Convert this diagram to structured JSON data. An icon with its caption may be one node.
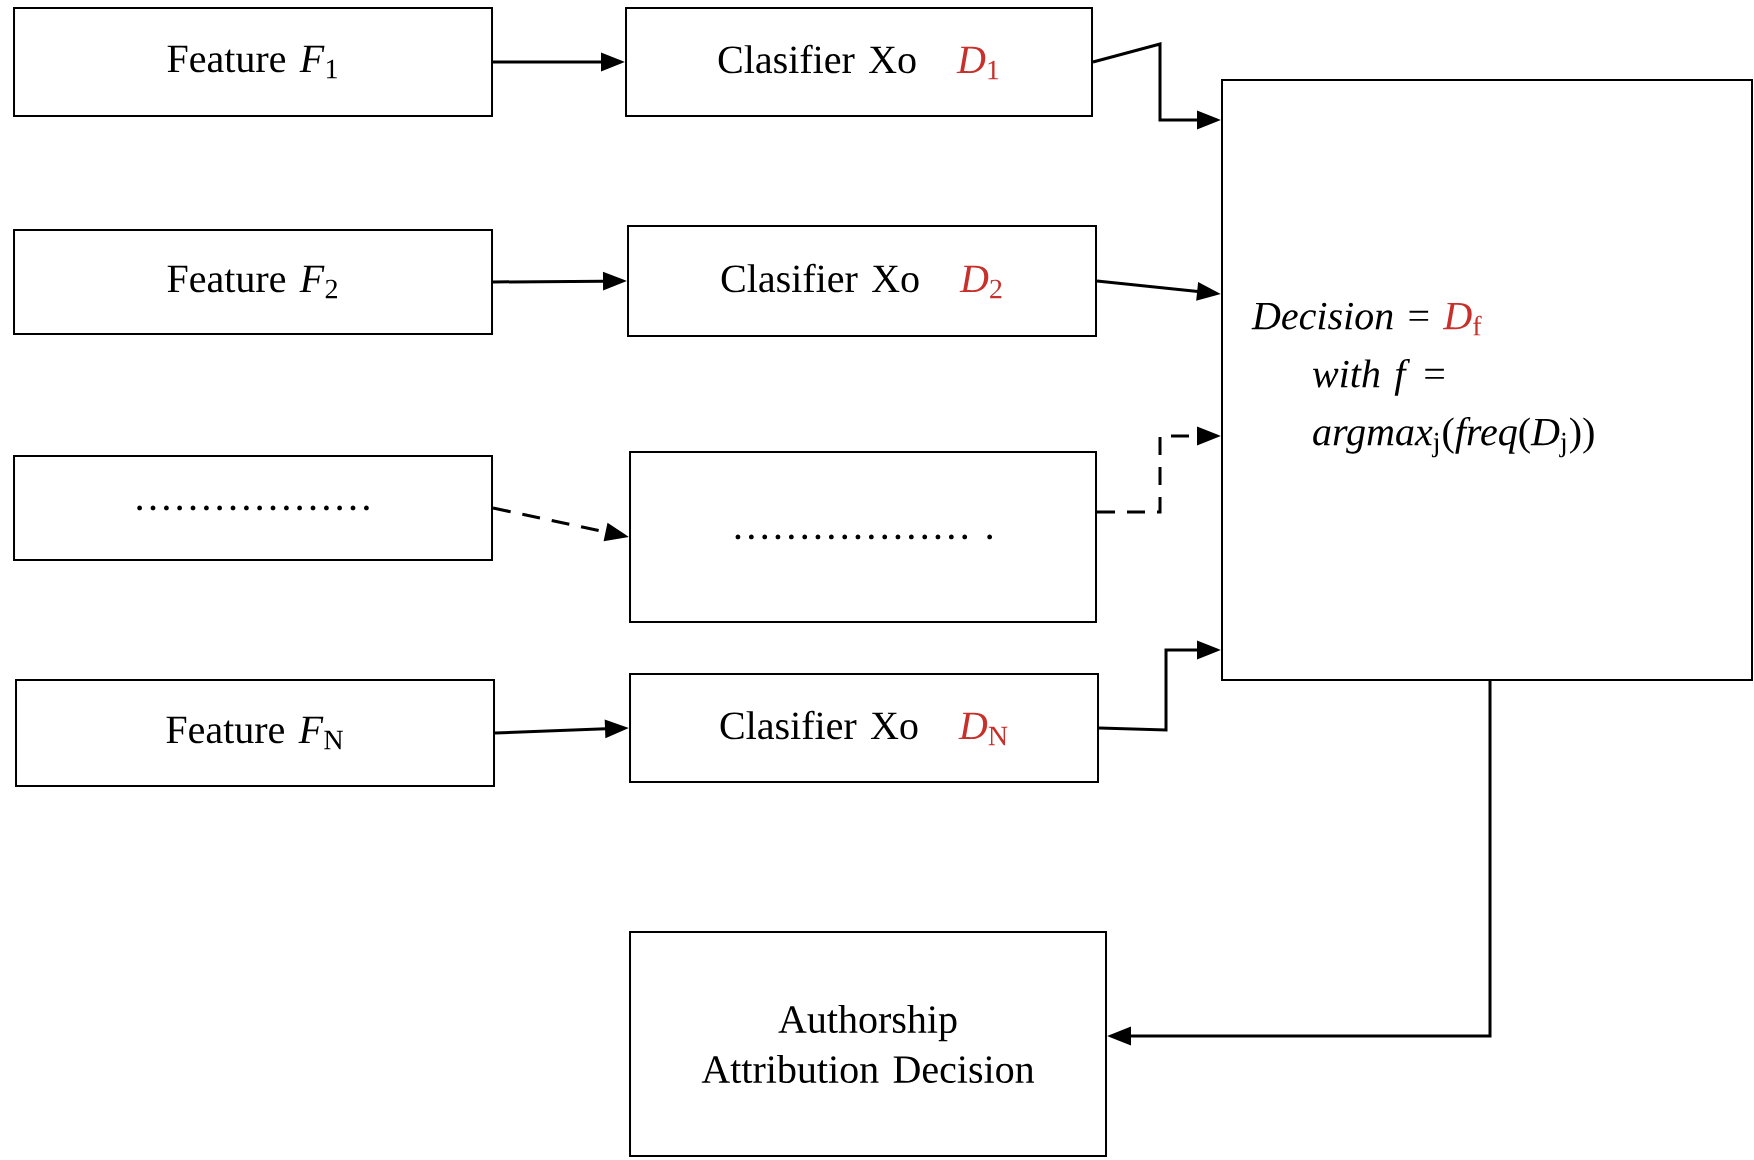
{
  "diagram": {
    "nodes": [
      {
        "text": [
          "Feature *F*$_{1}$"
        ]
      },
      {
        "text": [
          "Clasifier Xo",
          "*D*$_{1}$"
        ]
      },
      {
        "text": [
          "Feature *F*$_{2}$"
        ]
      },
      {
        "text": [
          "Clasifier Xo",
          "*D*$_{2}$"
        ]
      },
      {
        "text": [
          "………………"
        ]
      },
      {
        "text": [
          "……………… ."
        ]
      },
      {
        "text": [
          "Feature *F*$_{N}$"
        ]
      },
      {
        "text": [
          "Clasifier Xo",
          "*D*$_{N}$"
        ]
      },
      {
        "text": [
          "*Decision* =",
          "*D*$_{f}$",
          "*with f* =",
          "*argmax*$_{j}$(*freq*(*D*$_{j}$))"
        ]
      },
      {
        "text": [
          "Authorship Attribution Decision"
        ]
      }
    ],
    "edges": [
      {
        "from": 0,
        "to": 1,
        "arrow": "to"
      },
      {
        "from": 1,
        "to": 8,
        "arrow": "to"
      },
      {
        "from": 2,
        "to": 3,
        "arrow": "to"
      },
      {
        "from": 3,
        "to": 8,
        "arrow": "to"
      },
      {
        "from": 4,
        "to": 5,
        "arrow": "to",
        "style": "dashed"
      },
      {
        "from": 5,
        "to": 8,
        "arrow": "to",
        "style": "dashed"
      },
      {
        "from": 6,
        "to": 7,
        "arrow": "to"
      },
      {
        "from": 7,
        "to": 8,
        "arrow": "to"
      },
      {
        "from": 8,
        "to": 9,
        "arrow": "to"
      }
    ]
  }
}
